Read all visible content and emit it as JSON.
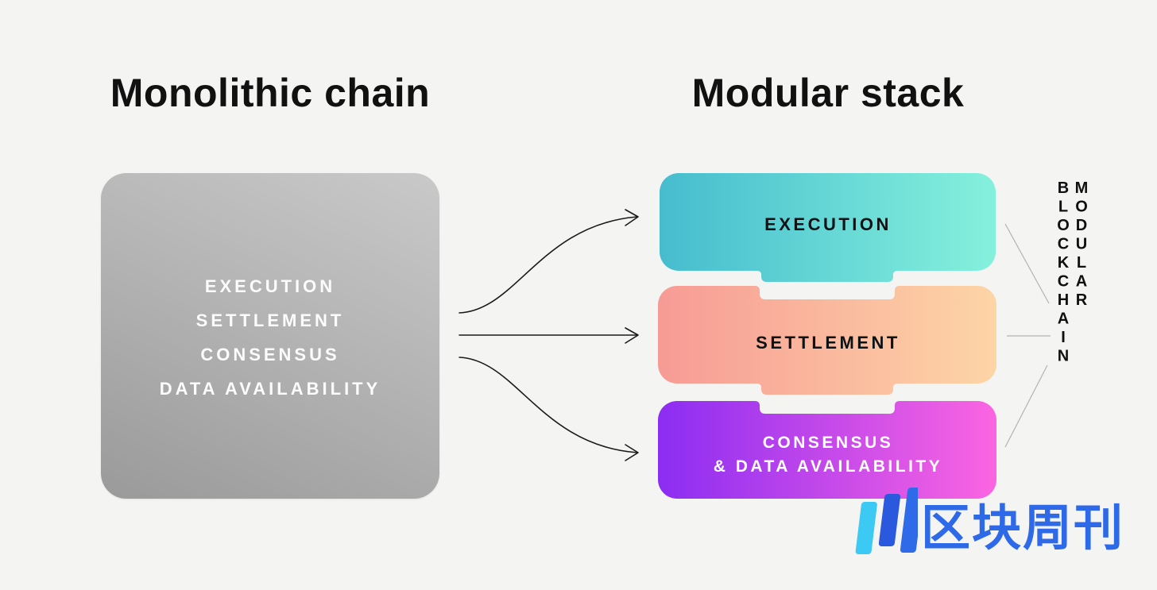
{
  "canvas": {
    "background": "#f4f4f3"
  },
  "monolithic": {
    "title": "Monolithic chain",
    "layers": [
      "EXECUTION",
      "SETTLEMENT",
      "CONSENSUS",
      "DATA AVAILABILITY"
    ],
    "box_gradient": {
      "from": "#c9c9c9",
      "to": "#9a9a9a"
    },
    "text_color": "#fcfcfc"
  },
  "modular": {
    "title": "Modular stack",
    "blocks": [
      {
        "label": "EXECUTION",
        "gradient_from": "#46bcce",
        "gradient_to": "#85f1dc",
        "text_color": "#0e1214"
      },
      {
        "label": "SETTLEMENT",
        "gradient_from": "#f79b95",
        "gradient_to": "#fdd5a6",
        "text_color": "#0e1214"
      },
      {
        "label_line1": "CONSENSUS",
        "label_line2": "& DATA AVAILABILITY",
        "gradient_from": "#8c2df2",
        "gradient_to": "#fb65e1",
        "text_color": "#ffffff"
      }
    ],
    "side_label": "MODULAR BLOCKCHAIN"
  },
  "connectors": {
    "arrow_color": "#1a1a1a",
    "line_color": "#b3b3b3"
  },
  "watermark": {
    "text": "区块周刊",
    "text_color": "#2e69e8",
    "icon": "bar-chart-logo-icon",
    "icon_light": "#3cc9f3",
    "icon_dark": "#2b59dd"
  }
}
